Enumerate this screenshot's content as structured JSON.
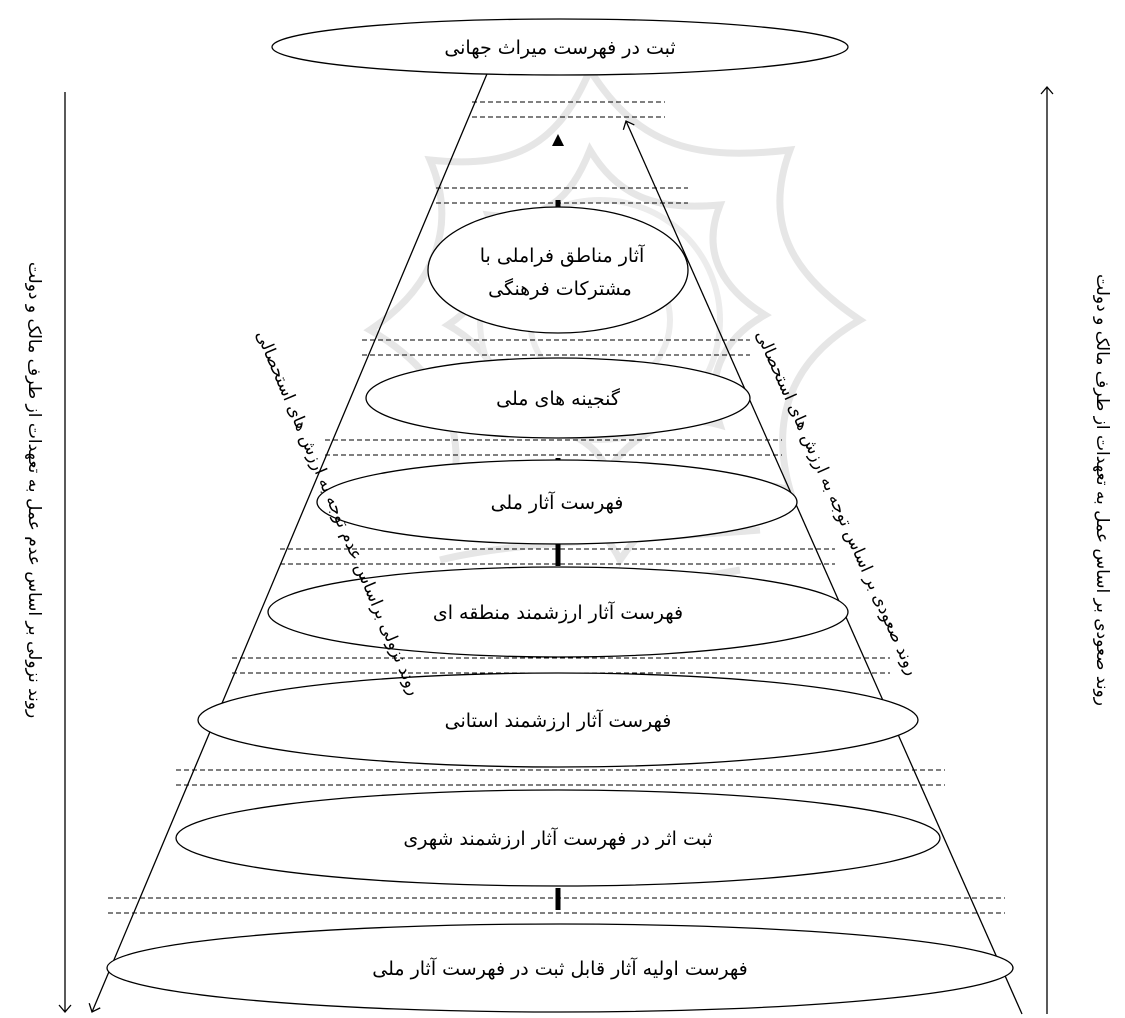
{
  "levels": [
    {
      "id": "world",
      "lines": [
        "ثبت در فهرست میراث جهانی"
      ]
    },
    {
      "id": "transnational",
      "lines": [
        "آثار مناطق فراملی با",
        "مشترکات فرهنگی"
      ]
    },
    {
      "id": "national-treasures",
      "lines": [
        "گنجینه های ملی"
      ]
    },
    {
      "id": "national-list",
      "lines": [
        "فهرست آثار ملی"
      ]
    },
    {
      "id": "regional",
      "lines": [
        "فهرست آثار ارزشمند منطقه ای"
      ]
    },
    {
      "id": "provincial",
      "lines": [
        "فهرست آثار ارزشمند استانی"
      ]
    },
    {
      "id": "urban",
      "lines": [
        "ثبت اثر در فهرست آثار ارزشمند شهری"
      ]
    },
    {
      "id": "initial",
      "lines": [
        "فهرست اولیه آثار قابل ثبت در فهرست آثار ملی"
      ]
    }
  ],
  "labels": {
    "outer_left": "روند نزولی بر اساس عدم عمل به تعهدات از طرف مالک و دولت",
    "outer_right": "روند صعودی  بر اساس عمل به تعهدات از طرف مالک و دولت",
    "inner_left": "روند نزولی براساس عدم توجه به ارزش های استحصالی",
    "inner_right": "روند صعودی بر اساس توجه به ارزش های استحصالی"
  },
  "colors": {
    "line": "#000000",
    "background": "#ffffff",
    "watermark": "#e6e6e6"
  }
}
